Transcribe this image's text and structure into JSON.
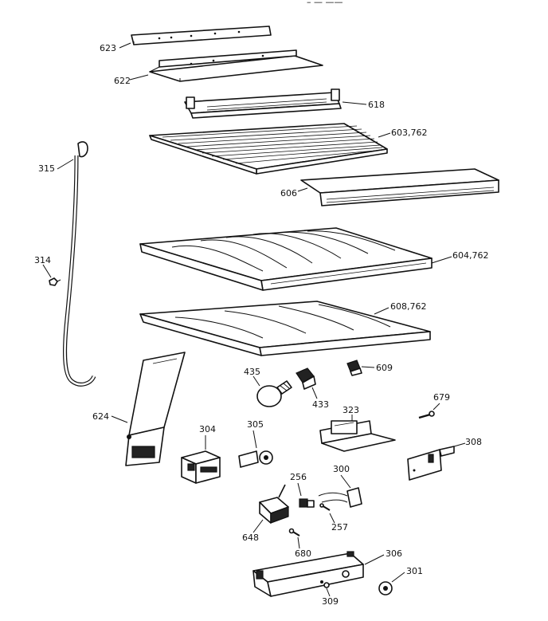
{
  "header_fragment": "– —  ——",
  "callouts": {
    "p623": "623",
    "p622": "622",
    "p618": "618",
    "p603": "603,762",
    "p315": "315",
    "p606": "606",
    "p314": "314",
    "p604": "604,762",
    "p608": "608,762",
    "p435": "435",
    "p609": "609",
    "p624": "624",
    "p433": "433",
    "p323": "323",
    "p679": "679",
    "p304": "304",
    "p305": "305",
    "p308": "308",
    "p256": "256",
    "p300": "300",
    "p257": "257",
    "p648": "648",
    "p680": "680",
    "p306": "306",
    "p301": "301",
    "p309": "309"
  }
}
